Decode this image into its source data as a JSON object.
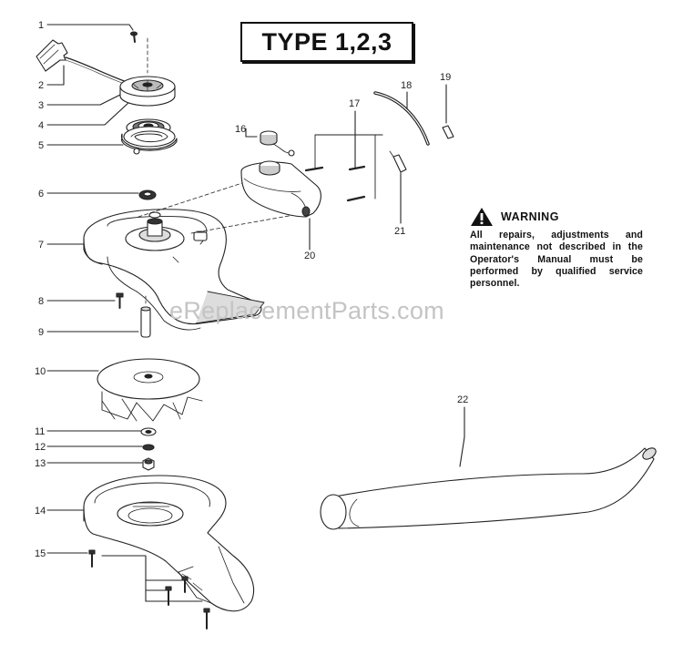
{
  "header": {
    "title": "TYPE 1,2,3"
  },
  "warning": {
    "title": "WARNING",
    "text": "All repairs, adjustments and maintenance not described in the Operator's Manual must be performed by qualified service personnel."
  },
  "watermark": "eReplacementParts.com",
  "callouts": [
    "1",
    "2",
    "3",
    "4",
    "5",
    "6",
    "7",
    "8",
    "9",
    "10",
    "11",
    "12",
    "13",
    "14",
    "15",
    "16",
    "17",
    "18",
    "19",
    "20",
    "21",
    "22"
  ],
  "icons": {
    "warning": "warning-triangle-icon"
  }
}
